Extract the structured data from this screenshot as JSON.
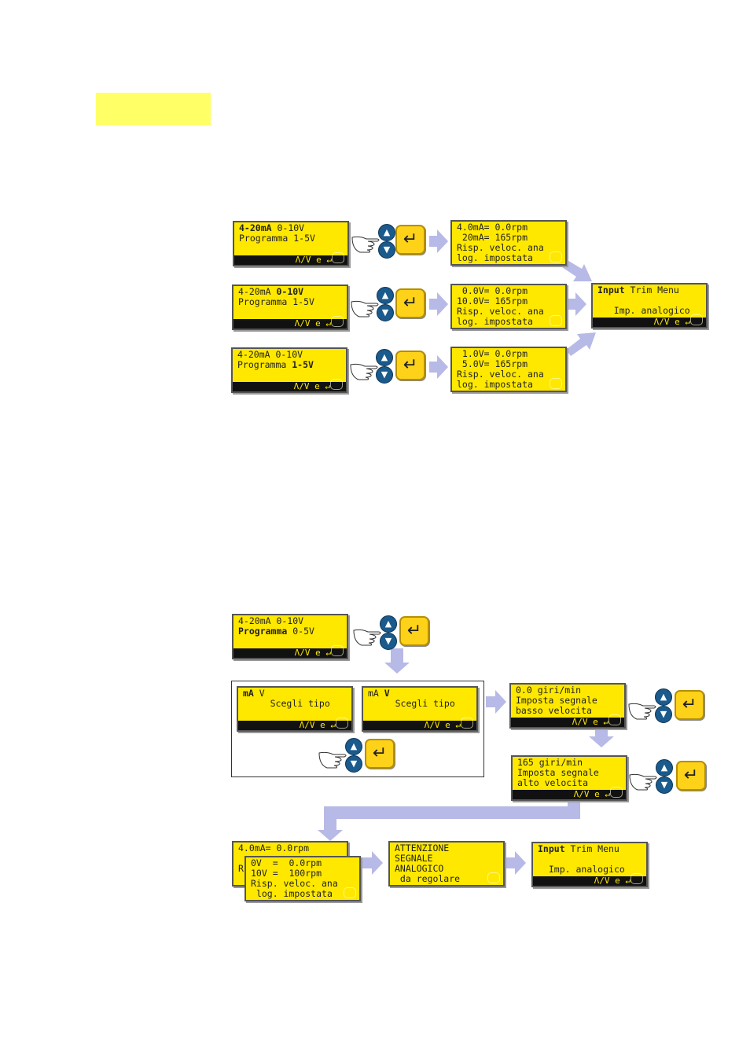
{
  "highlight_color": "#ffff66",
  "lcd_color": "#ffe800",
  "arrow_color": "#b7b9e6",
  "button_colors": {
    "nav": "#1a5a8c",
    "enter": "#ffd21a"
  },
  "icons": {
    "up": "up-arrow-icon",
    "down": "down-arrow-icon",
    "enter": "enter-icon",
    "hand": "pointing-hand-icon"
  },
  "nav_hint": "Λ/V e ↵",
  "diagram1": {
    "screens": [
      {
        "l1a": "4-20mA",
        "l1b": " 0-10V",
        "l2": "Programma 1-5V",
        "bar": "Λ/V e ↵"
      },
      {
        "l1a": "4-20mA ",
        "l1b": "0-10V",
        "l2": "Programma 1-5V",
        "bar": "Λ/V e ↵"
      },
      {
        "l1": "4-20mA 0-10V",
        "l2a": "Programma ",
        "l2b": "1-5V",
        "bar": "Λ/V e ↵"
      }
    ],
    "results": [
      {
        "l1": "4.0mA= 0.0rpm",
        "l2": " 20mA= 165rpm",
        "l3": "Risp. veloc. ana",
        "l4": "log. impostata"
      },
      {
        "l1": " 0.0V= 0.0rpm",
        "l2": "10.0V= 165rpm",
        "l3": "Risp. veloc. ana",
        "l4": "log. impostata"
      },
      {
        "l1": " 1.0V= 0.0rpm",
        "l2": " 5.0V= 165rpm",
        "l3": "Risp. veloc. ana",
        "l4": "log. impostata"
      }
    ],
    "final": {
      "l1a": "Input",
      "l1b": " Trim Menu",
      "l2": "Imp. analogico",
      "bar": "Λ/V e ↵"
    }
  },
  "diagram2": {
    "start": {
      "l1": "4-20mA 0-10V",
      "l2a": "Programma",
      "l2b": " 0-5V",
      "bar": "Λ/V e ↵"
    },
    "type_a": {
      "l1a": "mA",
      "l1b": " V",
      "l2": "Scegli tipo",
      "bar": "Λ/V e ↵"
    },
    "type_b": {
      "l1a": "mA ",
      "l1b": "V",
      "l2": "Scegli tipo",
      "bar": "Λ/V e ↵"
    },
    "low": {
      "l1": "0.0 giri/min",
      "l2": "Imposta segnale",
      "l3": "basso velocita",
      "bar": "Λ/V e ↵"
    },
    "high": {
      "l1": "165 giri/min",
      "l2": "Imposta segnale",
      "l3": "alto velocita",
      "bar": "Λ/V e ↵"
    },
    "back": {
      "l1": "4.0mA= 0.0rpm",
      "l2": "R"
    },
    "front": {
      "l1": "0V  =  0.0rpm",
      "l2": "10V =  100rpm",
      "l3": "Risp. veloc. ana",
      "l4": "log. impostata"
    },
    "warning": {
      "l1": "ATTENZIONE",
      "l2": "SEGNALE",
      "l3": "ANALOGICO",
      "l4": " da regolare"
    },
    "final": {
      "l1a": "Input",
      "l1b": " Trim Menu",
      "l2": "Imp. analogico",
      "bar": "Λ/V e ↵"
    }
  }
}
